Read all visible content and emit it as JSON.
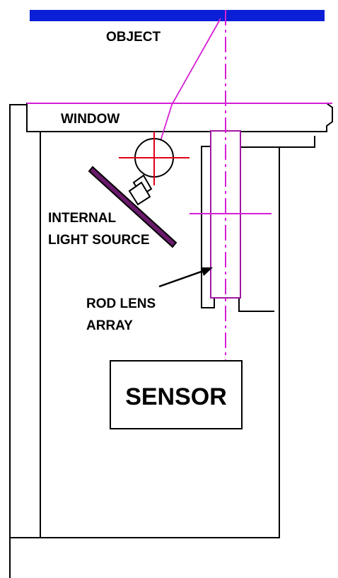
{
  "labels": {
    "object": "OBJECT",
    "window": "WINDOW",
    "light_source_line1": "INTERNAL",
    "light_source_line2": "LIGHT SOURCE",
    "rod_lens_line1": "ROD LENS",
    "rod_lens_line2": "ARRAY",
    "sensor": "SENSOR"
  },
  "colors": {
    "object_bar": "#0a1fd6",
    "optical_axis": "#d61fd6",
    "crosshair": "#e0001a",
    "outline": "#000000"
  }
}
